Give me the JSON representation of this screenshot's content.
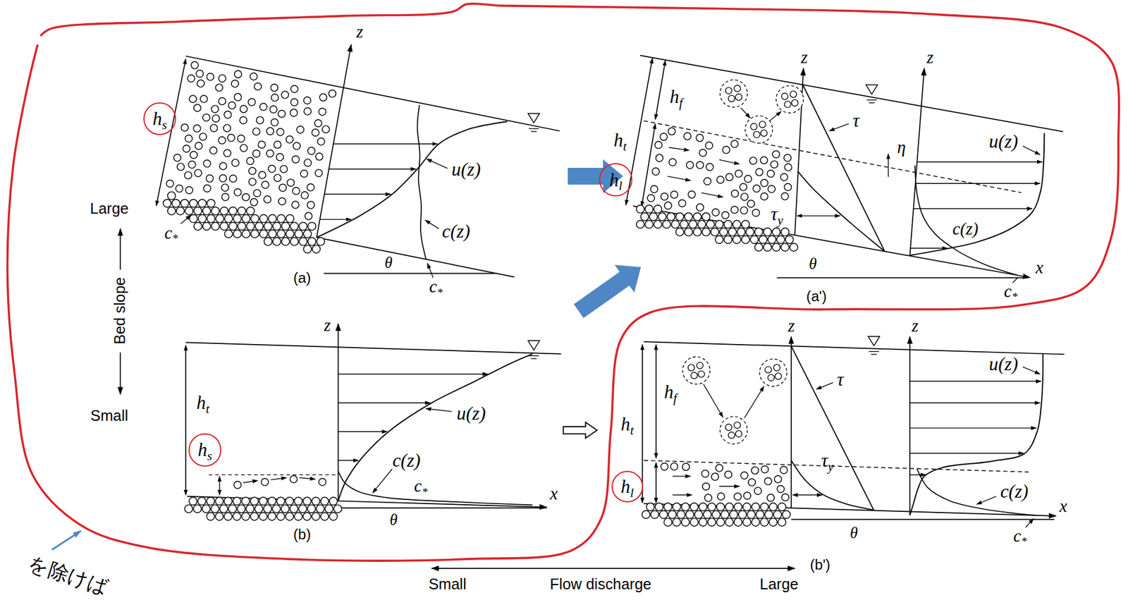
{
  "diagram": {
    "nodes": [
      {
        "text": [
          "hs"
        ]
      },
      {
        "text": [
          "hl"
        ]
      },
      {
        "text": [
          "hs"
        ]
      },
      {
        "text": [
          "hl"
        ]
      }
    ],
    "labels": [
      "z",
      "u(z)",
      "c(z)",
      "c*",
      "c*",
      "θ",
      "(a)",
      "Large",
      "Bed slope",
      "Small",
      "z",
      "ht",
      "u(z)",
      "c(z)",
      "c*",
      "x",
      "θ",
      "(b)",
      "z",
      "z",
      "hf",
      "ht",
      "τ",
      "η",
      "u(z)",
      "τy",
      "c(z)",
      "θ",
      "x",
      "c*",
      "(a')",
      "z",
      "z",
      "hf",
      "ht",
      "τ",
      "u(z)",
      "τy",
      "c(z)",
      "x",
      "θ",
      "(b')",
      "c*",
      "Small",
      "Flow discharge",
      "Large",
      "を除けば"
    ]
  }
}
